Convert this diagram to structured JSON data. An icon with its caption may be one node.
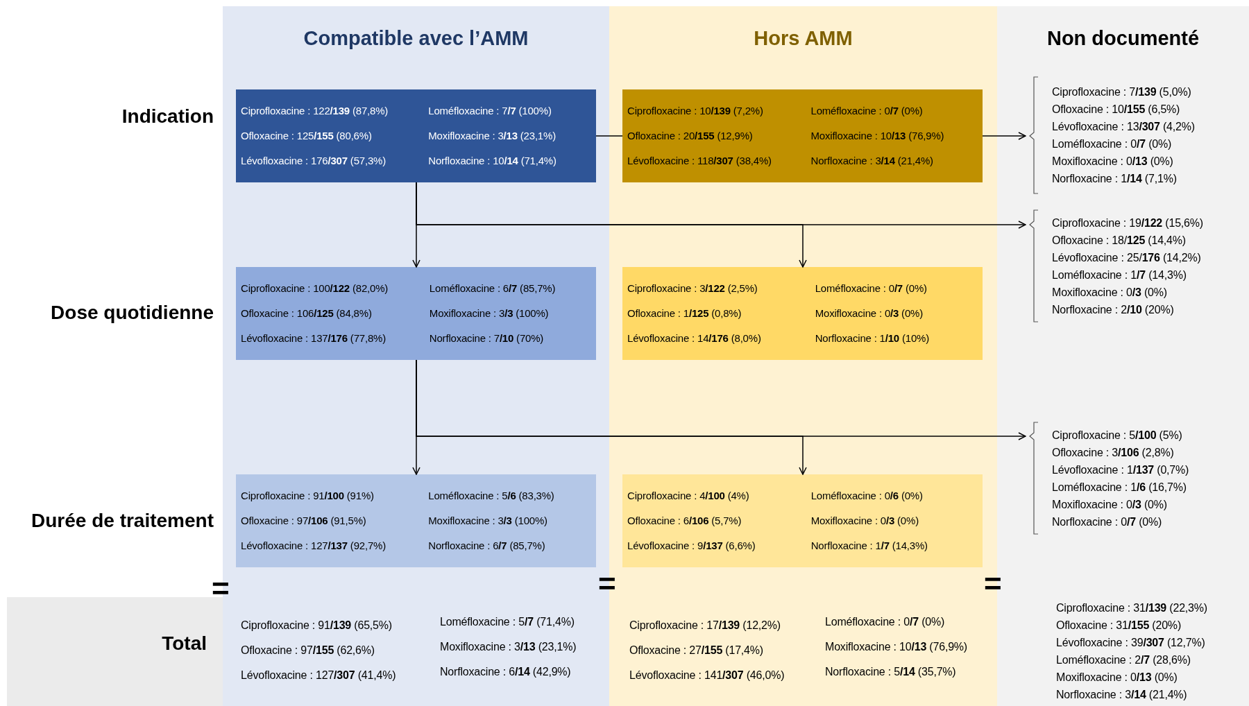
{
  "diagram": {
    "nodes": [
      {
        "text": [
          "Compatible avec l’AMM"
        ]
      },
      {
        "text": [
          "Hors AMM"
        ]
      },
      {
        "text": [
          "Non documenté"
        ]
      },
      {
        "text": [
          "Ciprofloxacine : 122**/139** (87,8%)",
          "Ofloxacine : 125**/155** (80,6%)",
          "Lévofloxacine : 176**/307** (57,3%)",
          "Loméfloxacine : 7**/7** (100%)",
          "Moxifloxacine : 3**/13** (23,1%)",
          "Norfloxacine : 10**/14** (71,4%)"
        ],
        "in": 0
      },
      {
        "text": [
          "Ciprofloxacine : 10**/139** (7,2%)",
          "Ofloxacine : 20**/155** (12,9%)",
          "Lévofloxacine : 118**/307** (38,4%)",
          "Loméfloxacine : 0**/7** (0%)",
          "Moxifloxacine : 10**/13** (76,9%)",
          "Norfloxacine : 3**/14** (21,4%)"
        ],
        "in": 1
      },
      {
        "text": [
          "Ciprofloxacine : 7**/139** (5,0%)",
          "Ofloxacine : 10**/155** (6,5%)",
          "Lévofloxacine : 13**/307** (4,2%)",
          "Loméfloxacine : 0**/7** (0%)",
          "Moxifloxacine : 0**/13** (0%)",
          "Norfloxacine : 1**/14** (7,1%)"
        ],
        "in": 2
      },
      {
        "text": [
          "Ciprofloxacine : 100**/122** (82,0%)",
          "Ofloxacine : 106**/125** (84,8%)",
          "Lévofloxacine :  137**/176** (77,8%)",
          "Loméfloxacine : 6**/7** (85,7%)",
          "Moxifloxacine : 3**/3** (100%)",
          "Norfloxacine : 7**/10** (70%)"
        ],
        "in": 0
      },
      {
        "text": [
          "Ciprofloxacine : 3**/122** (2,5%)",
          "Ofloxacine : 1**/125** (0,8%)",
          "Lévofloxacine : 14**/176** (8,0%)",
          "Loméfloxacine : 0**/7** (0%)",
          "Moxifloxacine : 0**/3** (0%)",
          "Norfloxacine : 1**/10** (10%)"
        ],
        "in": 1
      },
      {
        "text": [
          "Ciprofloxacine : 19**/122** (15,6%)",
          "Ofloxacine : 18/**125** (14,4%)",
          "Lévofloxacine : 25/**176** (14,2%)",
          "Loméfloxacine : 1**/7** (14,3%)",
          "Moxifloxacine : 0**/3** (0%)",
          "Norfloxacine : 2**/10** (20%)"
        ],
        "in": 2
      },
      {
        "text": [
          "Ciprofloxacine : 91**/100** (91%)",
          "Ofloxacine : 97**/106** (91,5%)",
          "Lévofloxacine :  127**/137** (92,7%)",
          "Loméfloxacine : 5**/6** (83,3%)",
          "Moxifloxacine : 3**/3** (100%)",
          "Norfloxacine : 6**/7** (85,7%)"
        ],
        "in": 0
      },
      {
        "text": [
          "Ciprofloxacine : 4**/100** (4%)",
          "Ofloxacine : 6**/106** (5,7%)",
          "Lévofloxacine : 9**/137** (6,6%)",
          "Loméfloxacine : 0**/6** (0%)",
          "Moxifloxacine : 0**/3** (0%)",
          "Norfloxacine : 1**/7** (14,3%)"
        ],
        "in": 1
      },
      {
        "text": [
          "Ciprofloxacine : 5**/100** (5%)",
          "Ofloxacine : 3**/106** (2,8%)",
          "Lévofloxacine : 1**/137** (0,7%)",
          "Loméfloxacine : 1**/6** (16,7%)",
          "Moxifloxacine : 0**/3** (0%)",
          "Norfloxacine : 0**/7** (0%)"
        ],
        "in": 2
      }
    ],
    "edges": [
      {
        "from": 3,
        "to": 4,
        "arrow": "none"
      },
      {
        "from": 4,
        "to": 5,
        "arrow": "to"
      },
      {
        "from": 3,
        "to": 6,
        "arrow": "to"
      },
      {
        "from": 3,
        "to": 7,
        "arrow": "to"
      },
      {
        "from": 3,
        "to": 8,
        "arrow": "to"
      },
      {
        "from": 6,
        "to": 9,
        "arrow": "to"
      },
      {
        "from": 6,
        "to": 10,
        "arrow": "to"
      },
      {
        "from": 6,
        "to": 11,
        "arrow": "to"
      }
    ],
    "labels": [
      "Indication",
      "Dose quotidienne",
      "Durée de traitement",
      "=",
      "=",
      "=",
      "Total",
      "Ciprofloxacine : 91**/139** (65,5%)",
      "Ofloxacine : 97**/155** (62,6%)",
      "Lévofloxacine :  127**/307** (41,4%)",
      "Loméfloxacine : 5**/7** (71,4%)",
      "Moxifloxacine : 3**/13** (23,1%)",
      "Norfloxacine : 6**/14** (42,9%)",
      "Ciprofloxacine : 17**/139** (12,2%)",
      "Ofloxacine : 27**/155** (17,4%)",
      "Lévofloxacine : 141**/307** (46,0%)",
      "Loméfloxacine : 0**/7** (0%)",
      "Moxifloxacine : 10**/13** (76,9%)",
      "Norfloxacine :  5**/14** (35,7%)",
      "Ciprofloxacine : 31**/139** (22,3%)",
      "Ofloxacine : 31**/155** (20%)",
      "Lévofloxacine : 39**/307** (12,7%)",
      "Loméfloxacine : 2**/7** (28,6%)",
      "Moxifloxacine : 0**/13** (0%)",
      "Norfloxacine : 3**/14** (21,4%)"
    ]
  }
}
